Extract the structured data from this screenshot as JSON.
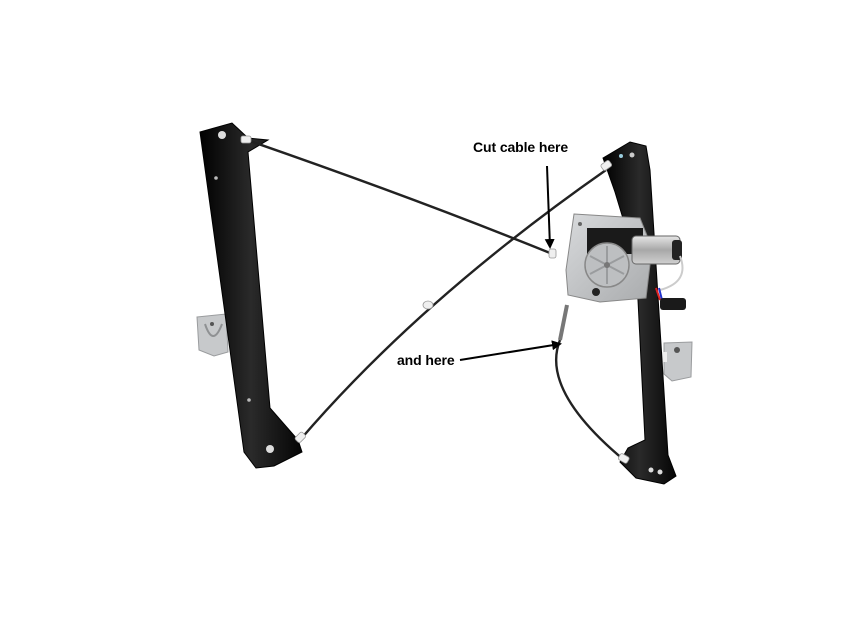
{
  "image": {
    "subject": "Power window regulator with motor assembly",
    "background_color": "#ffffff"
  },
  "annotations": [
    {
      "id": "cut-cable-here",
      "text": "Cut cable here",
      "arrow_direction": "down"
    },
    {
      "id": "and-here",
      "text": "and here",
      "arrow_direction": "right"
    }
  ],
  "colors": {
    "rail": "#111111",
    "cable": "#2a2a2a",
    "motor_plate": "#c9cbcd",
    "motor_gear": "#b9bbbd",
    "bracket": "#c4c6c8",
    "pulley": "#eeeeee",
    "arrow": "#000000"
  }
}
